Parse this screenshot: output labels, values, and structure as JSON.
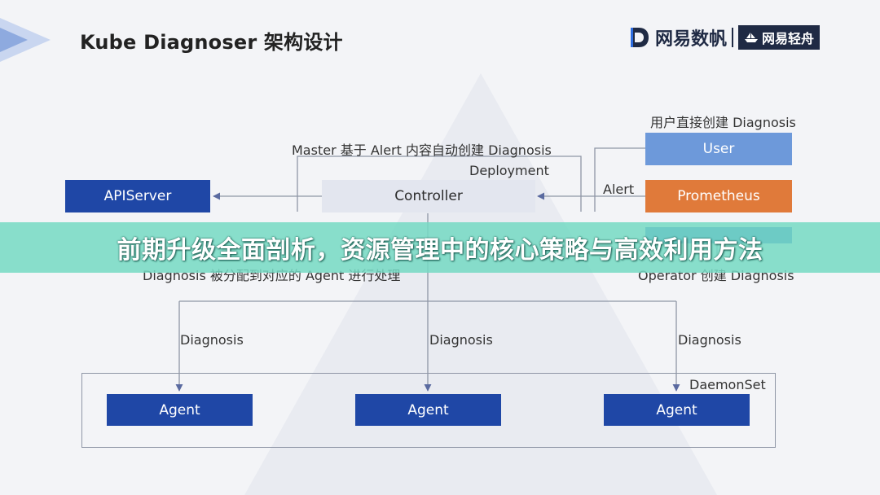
{
  "slide": {
    "title": "Kube Diagnoser 架构设计",
    "brand": {
      "name": "网易数帆",
      "sub": "网易轻舟"
    }
  },
  "diagram": {
    "nodes": {
      "apiserver": "APIServer",
      "controller": "Controller",
      "user": "User",
      "prometheus": "Prometheus",
      "agent_1": "Agent",
      "agent_2": "Agent",
      "agent_3": "Agent"
    },
    "labels": {
      "master_create": "Master 基于 Alert 内容自动创建 Diagnosis",
      "deployment": "Deployment",
      "user_create": "用户直接创建 Diagnosis",
      "alert": "Alert",
      "assign": "Diagnosis 被分配到对应的 Agent 进行处理",
      "operator_create": "Operator 创建 Diagnosis",
      "diag_1": "Diagnosis",
      "diag_2": "Diagnosis",
      "diag_3": "Diagnosis",
      "daemonset": "DaemonSet"
    }
  },
  "banner": {
    "text": "前期升级全面剖析，资源管理中的核心策略与高效利用方法"
  },
  "colors": {
    "primary_blue": "#1f47a6",
    "light_blue": "#6d99da",
    "orange": "#e07a3a",
    "banner_teal": "#76dac4",
    "controller_gray": "#e3e6ef"
  }
}
